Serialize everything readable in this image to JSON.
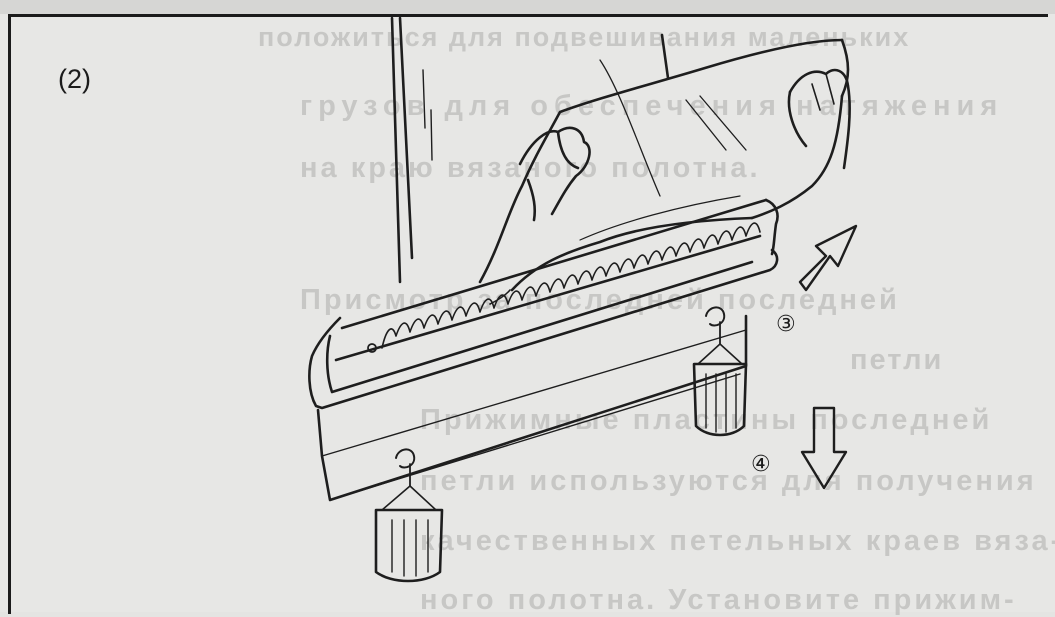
{
  "figure": {
    "step_label": "(2)",
    "callouts": [
      "③",
      "④"
    ],
    "icons": [
      "arrow-up-right-icon",
      "arrow-down-icon",
      "weight-left-icon",
      "weight-right-icon"
    ]
  },
  "background_text_bleed": [
    "положиться для подвешивания маленьких",
    "грузов для обеспечения натяжения",
    "на краю вязаного полотна.",
    "Присмотр за последней последней",
    "петли",
    "Прижимные пластины последней",
    "петли используются для получения",
    "качественных петельных краев вяза-",
    "ного полотна. Установите прижим-"
  ]
}
